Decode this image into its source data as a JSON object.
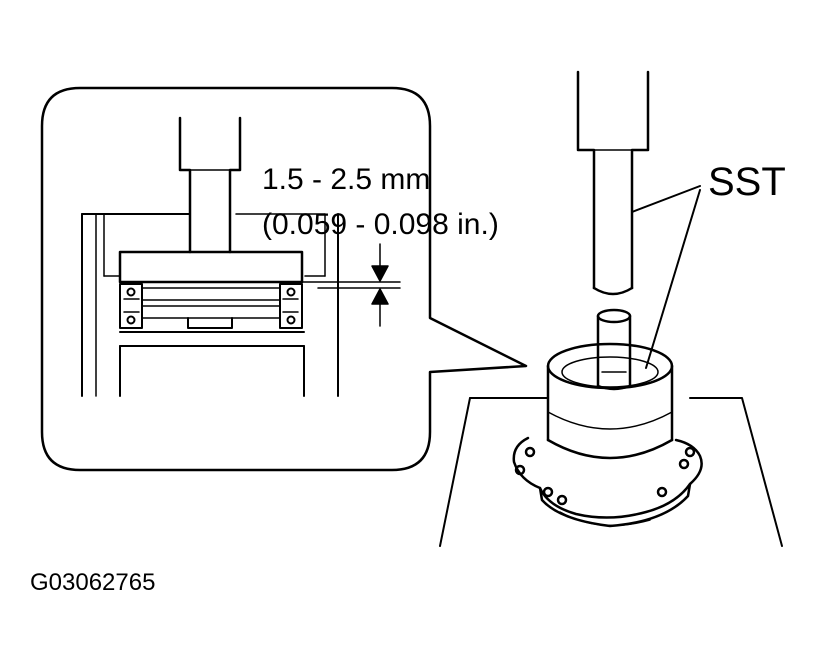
{
  "labels": {
    "dimension_mm": "1.5 - 2.5 mm",
    "dimension_in": "(0.059 - 0.098 in.)",
    "tool": "SST",
    "figure_code": "G03062765"
  },
  "colors": {
    "line": "#000000",
    "background": "#ffffff"
  }
}
